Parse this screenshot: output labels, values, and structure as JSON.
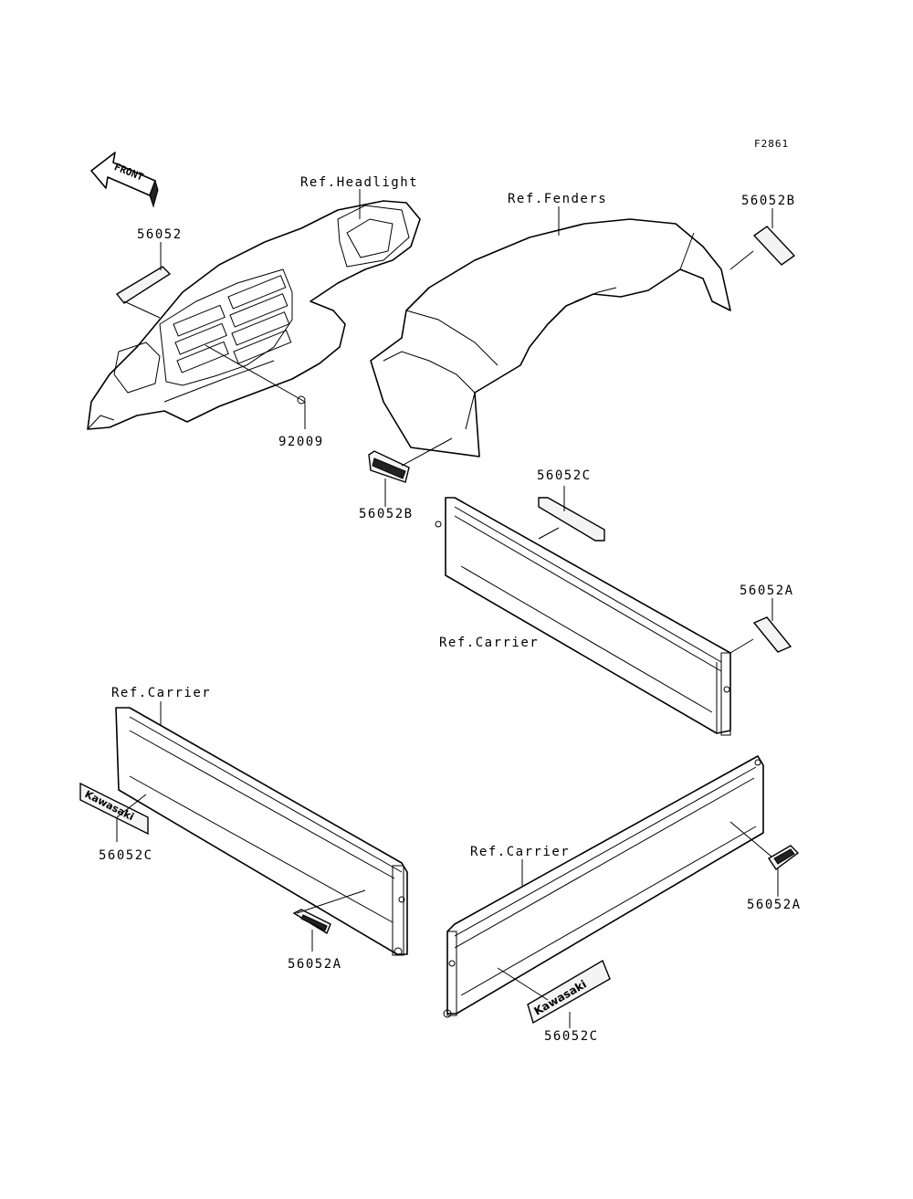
{
  "figure_code": "F2861",
  "front_arrow_text": "FRONT",
  "labels": {
    "ref_headlight": "Ref.Headlight",
    "ref_fenders": "Ref.Fenders",
    "part_56052_top": "56052",
    "part_92009": "92009",
    "part_56052b_right": "56052B",
    "part_56052b_center": "56052B",
    "part_56052c_top": "56052C",
    "part_56052a_right": "56052A",
    "ref_carrier_upper": "Ref.Carrier",
    "ref_carrier_left": "Ref.Carrier",
    "part_56052c_left": "56052C",
    "part_56052a_left": "56052A",
    "ref_carrier_lower": "Ref.Carrier",
    "part_56052a_lower_right": "56052A",
    "part_56052c_bottom": "56052C"
  },
  "decal_texts": {
    "kawasaki_left": "Kawasaki",
    "kawasaki_bottom": "Kawasaki"
  }
}
